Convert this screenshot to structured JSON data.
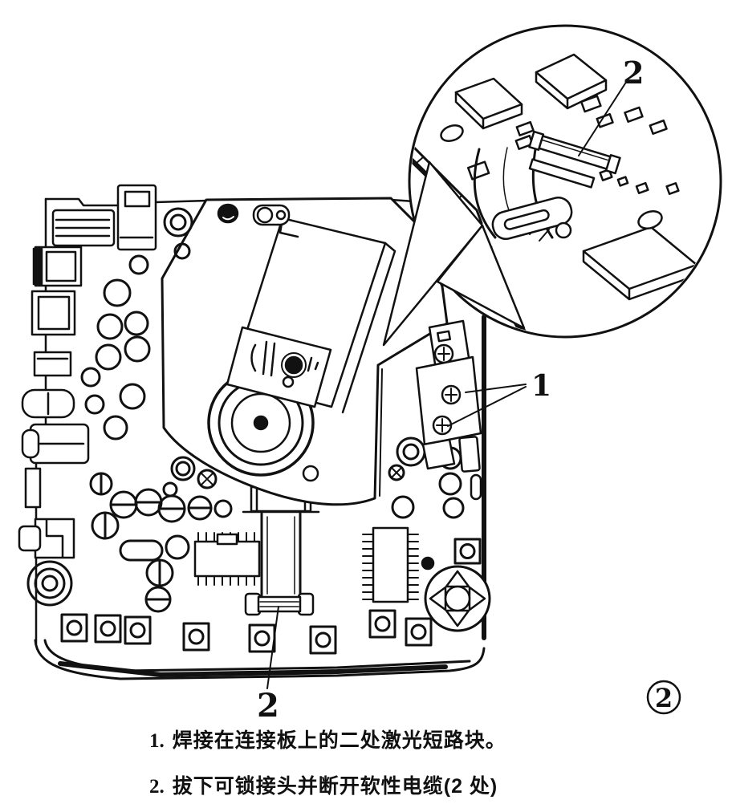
{
  "diagram": {
    "balloon": {
      "label": "2"
    },
    "callouts": {
      "shorting_blocks_label": "1",
      "flex_cable_label": "2"
    },
    "figure_number": "2",
    "captions": [
      {
        "num": "1.",
        "text": "焊接在连接板上的二处激光短路块。"
      },
      {
        "num": "2.",
        "text": "拔下可锁接头并断开软性电缆(2 处)"
      }
    ]
  },
  "colors": {
    "line": "#111111",
    "background": "#ffffff"
  }
}
